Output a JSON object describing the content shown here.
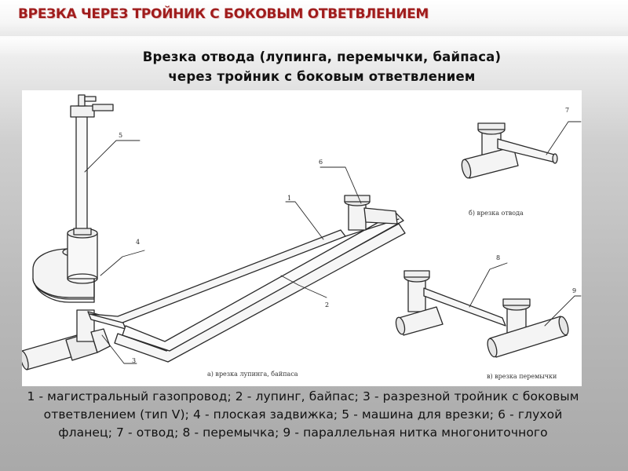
{
  "slide": {
    "title": "ВРЕЗКА ЧЕРЕЗ ТРОЙНИК С БОКОВЫМ ОТВЕТВЛЕНИЕМ",
    "subtitle": "Врезка отвода (лупинга, перемычки, байпаса) через тройник с боковым ответвлением"
  },
  "figure": {
    "numbers": [
      "1",
      "2",
      "3",
      "4",
      "5",
      "6",
      "7",
      "8",
      "9"
    ],
    "captions": {
      "a": "а) врезка лупинга, байпаса",
      "b": "б) врезка отвода",
      "c": "в) врезка перемычки"
    }
  },
  "legend": {
    "text": "1 - магистральный газопровод; 2 - лупинг, байпас; 3 - разрезной тройник с боковым ответвлением (тип V); 4 - плоская задвижка; 5 - машина для врезки; 6 - глухой фланец; 7 - отвод; 8 - перемычка; 9 - параллельная нитка многониточного"
  }
}
